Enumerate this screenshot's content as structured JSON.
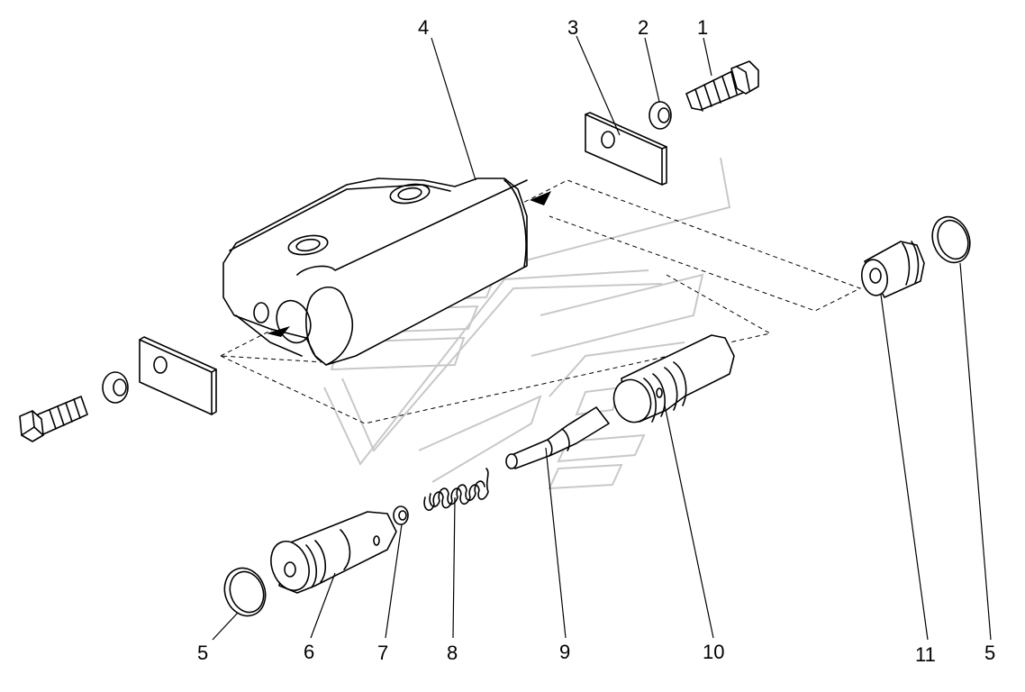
{
  "diagram": {
    "callouts": [
      {
        "id": "c1",
        "text": "1"
      },
      {
        "id": "c2",
        "text": "2"
      },
      {
        "id": "c3",
        "text": "3"
      },
      {
        "id": "c4",
        "text": "4"
      },
      {
        "id": "c5a",
        "text": "5"
      },
      {
        "id": "c5b",
        "text": "5"
      },
      {
        "id": "c6",
        "text": "6"
      },
      {
        "id": "c7",
        "text": "7"
      },
      {
        "id": "c8",
        "text": "8"
      },
      {
        "id": "c9",
        "text": "9"
      },
      {
        "id": "c10",
        "text": "10"
      },
      {
        "id": "c11",
        "text": "11"
      }
    ]
  }
}
